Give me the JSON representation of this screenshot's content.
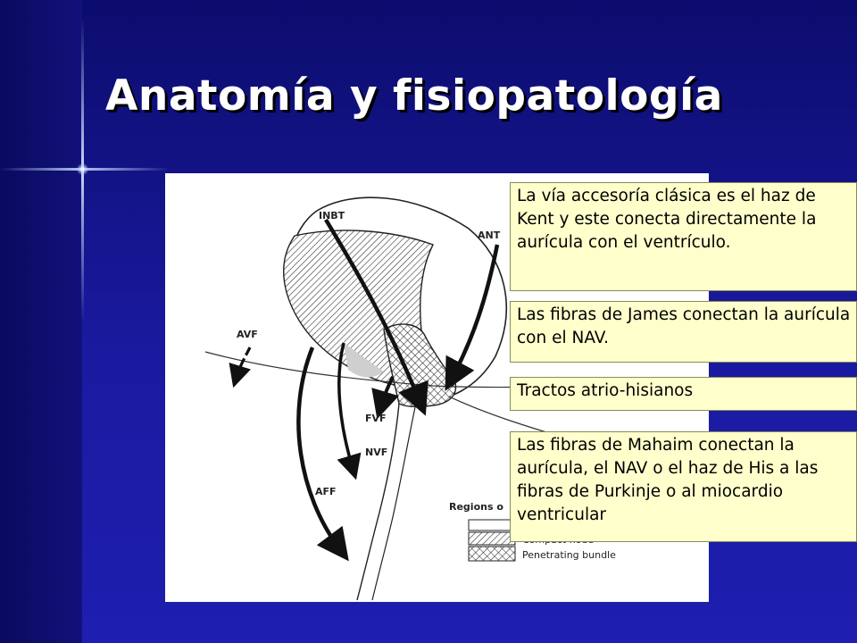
{
  "slide": {
    "title": "Anatomía y fisiopatología"
  },
  "diagram": {
    "labels": {
      "inbt": "INBT",
      "ant": "ANT",
      "avf": "AVF",
      "fvf": "FVF",
      "nvf": "NVF",
      "aff": "AFF"
    },
    "legend": {
      "title": "Regions o",
      "item_compact": "Compact node",
      "item_penetrating": "Penetrating bundle"
    }
  },
  "callouts": [
    {
      "text": "La vía accesoría clásica es el haz de Kent y este conecta directamente la aurícula con el ventrículo."
    },
    {
      "text": "Las fibras de James conectan la aurícula con el NAV."
    },
    {
      "text": "Tractos atrio-hisianos"
    },
    {
      "text": "Las fibras de Mahaim conectan la aurícula, el NAV o el haz de His a las fibras de Purkinje o al miocardio ventricular"
    }
  ],
  "colors": {
    "background": "#14148a",
    "title": "#ffffff",
    "callout_fill": "#ffffcc"
  }
}
